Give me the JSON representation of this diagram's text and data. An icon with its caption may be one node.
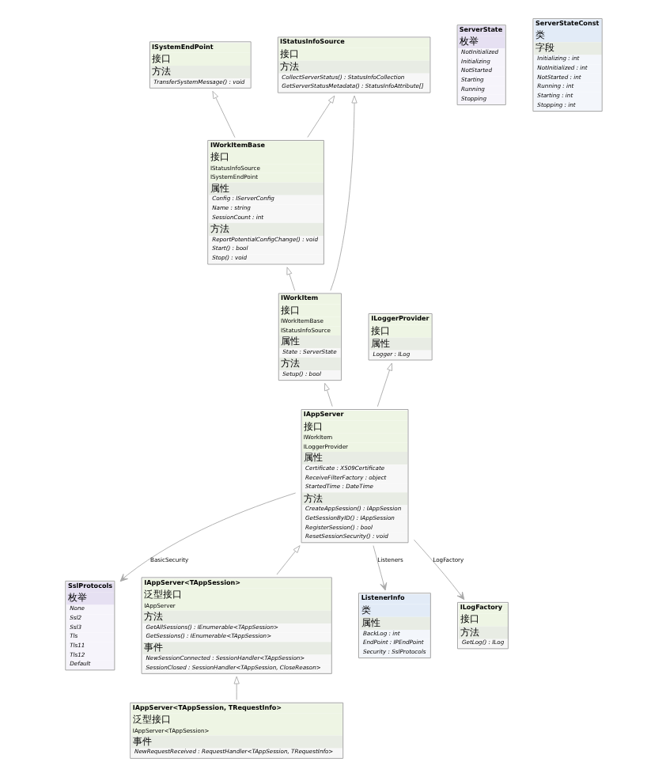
{
  "diagram": {
    "nodes": [
      {
        "text": [
          "ISystemEndPoint",
          "接口",
          "方法",
          "TransferSystemMessage() : void"
        ]
      },
      {
        "text": [
          "IWorkItemBase",
          "接口",
          "IStatusInfoSource",
          "ISystemEndPoint",
          "属性",
          "Config : IServerConfig",
          "Name : string",
          "SessionCount : int",
          "方法",
          "ReportPotentialConfigChange() : void",
          "Start() : bool",
          "Stop() : void"
        ]
      },
      {
        "text": [
          "IStatusInfoSource",
          "接口",
          "方法",
          "CollectServerStatus() : StatusInfoCollection",
          "GetServerStatusMetadata() : StatusInfoAttribute[]"
        ]
      },
      {
        "text": [
          "ServerState",
          "枚举",
          "NotInitialized",
          "Initializing",
          "NotStarted",
          "Starting",
          "Running",
          "Stopping"
        ]
      },
      {
        "text": [
          "IWorkItem",
          "接口",
          "IWorkItemBase",
          "IStatusInfoSource",
          "属性",
          "State : ServerState",
          "方法",
          "Setup() : bool"
        ]
      },
      {
        "text": [
          "ILoggerProvider",
          "接口",
          "属性",
          "Logger : ILog"
        ]
      },
      {
        "text": [
          "IAppServer<TAppSession, TRequestInfo>",
          "泛型接口",
          "IAppServer<TAppSession>",
          "事件",
          "NewRequestReceived : RequestHandler<TAppSession, TRequestInfo>"
        ]
      },
      {
        "text": [
          "SslProtocols",
          "枚举",
          "None",
          "Ssl2",
          "Ssl3",
          "Tls",
          "Tls11",
          "Tls12",
          "Default"
        ]
      },
      {
        "text": [
          "IAppServer",
          "接口",
          "IWorkItem",
          "ILoggerProvider",
          "属性",
          "Certificate : X509Certificate",
          "ReceiveFilterFactory : object",
          "StartedTime : DateTime",
          "方法",
          "CreateAppSession() : IAppSession",
          "GetSessionByID() : IAppSession",
          "RegisterSession() : bool",
          "ResetSessionSecurity() : void"
        ]
      },
      {
        "text": [
          "IAppServer<TAppSession>",
          "泛型接口",
          "IAppServer",
          "方法",
          "GetAllSessions() : IEnumerable<TAppSession>",
          "GetSessions() : IEnumerable<TAppSession>",
          "事件",
          "NewSessionConnected : SessionHandler<TAppSession>",
          "SessionClosed : SessionHandler<TAppSession, CloseReason>"
        ]
      },
      {
        "text": [
          "ServerStateConst",
          "类",
          "字段",
          "Initializing : int",
          "NotInitialized : int",
          "NotStarted : int",
          "Running : int",
          "Starting : int",
          "Stopping : int"
        ]
      },
      {
        "text": [
          "ListenerInfo",
          "类",
          "属性",
          "BackLog : int",
          "EndPoint : IPEndPoint",
          "Security : SslProtocols"
        ]
      },
      {
        "text": [
          "ILogFactory",
          "接口",
          "方法",
          "GetLog() : ILog"
        ]
      }
    ],
    "edges": [
      {
        "from": 1,
        "to": 0,
        "arrow": "to"
      },
      {
        "from": 1,
        "to": 2,
        "arrow": "to"
      },
      {
        "from": 4,
        "to": 1,
        "arrow": "to"
      },
      {
        "from": 4,
        "to": 2,
        "arrow": "to"
      },
      {
        "from": 8,
        "to": 4,
        "arrow": "to"
      },
      {
        "from": 8,
        "to": 5,
        "arrow": "to"
      },
      {
        "from": 9,
        "to": 8,
        "arrow": "to"
      },
      {
        "from": 6,
        "to": 9,
        "arrow": "to"
      },
      {
        "from": 8,
        "to": 7,
        "arrow": "to",
        "label": "BasicSecurity"
      },
      {
        "from": 8,
        "to": 11,
        "arrow": "to",
        "label": "Listeners"
      },
      {
        "from": 8,
        "to": 12,
        "arrow": "to",
        "label": "LogFactory"
      }
    ]
  }
}
